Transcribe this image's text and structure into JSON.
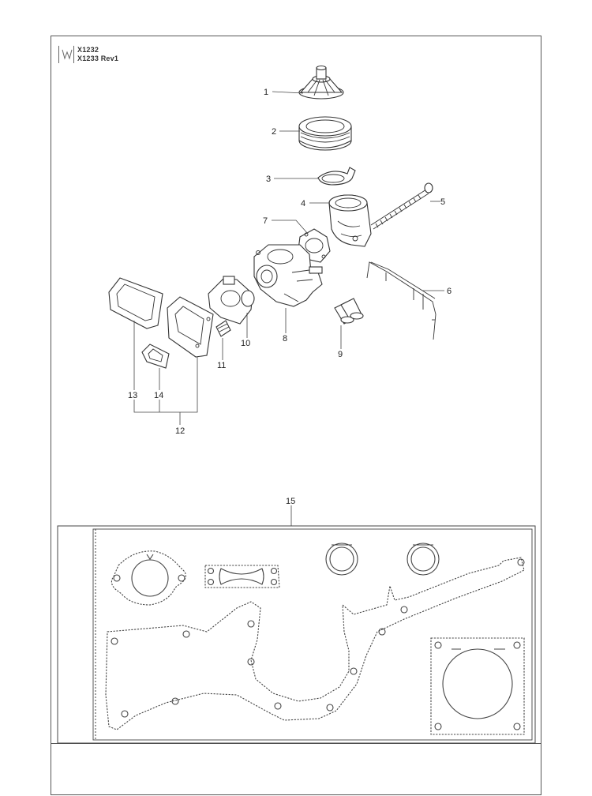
{
  "header": {
    "line1": "X1232",
    "line2": "X1233 Rev1"
  },
  "callouts": [
    {
      "id": "c1",
      "text": "1"
    },
    {
      "id": "c2",
      "text": "2"
    },
    {
      "id": "c3",
      "text": "3"
    },
    {
      "id": "c4",
      "text": "4"
    },
    {
      "id": "c5",
      "text": "5"
    },
    {
      "id": "c6",
      "text": "6"
    },
    {
      "id": "c7",
      "text": "7"
    },
    {
      "id": "c8",
      "text": "8"
    },
    {
      "id": "c9",
      "text": "9"
    },
    {
      "id": "c10",
      "text": "10"
    },
    {
      "id": "c11",
      "text": "11"
    },
    {
      "id": "c12",
      "text": "12"
    },
    {
      "id": "c13",
      "text": "13"
    },
    {
      "id": "c14",
      "text": "14"
    },
    {
      "id": "c15",
      "text": "15"
    }
  ]
}
